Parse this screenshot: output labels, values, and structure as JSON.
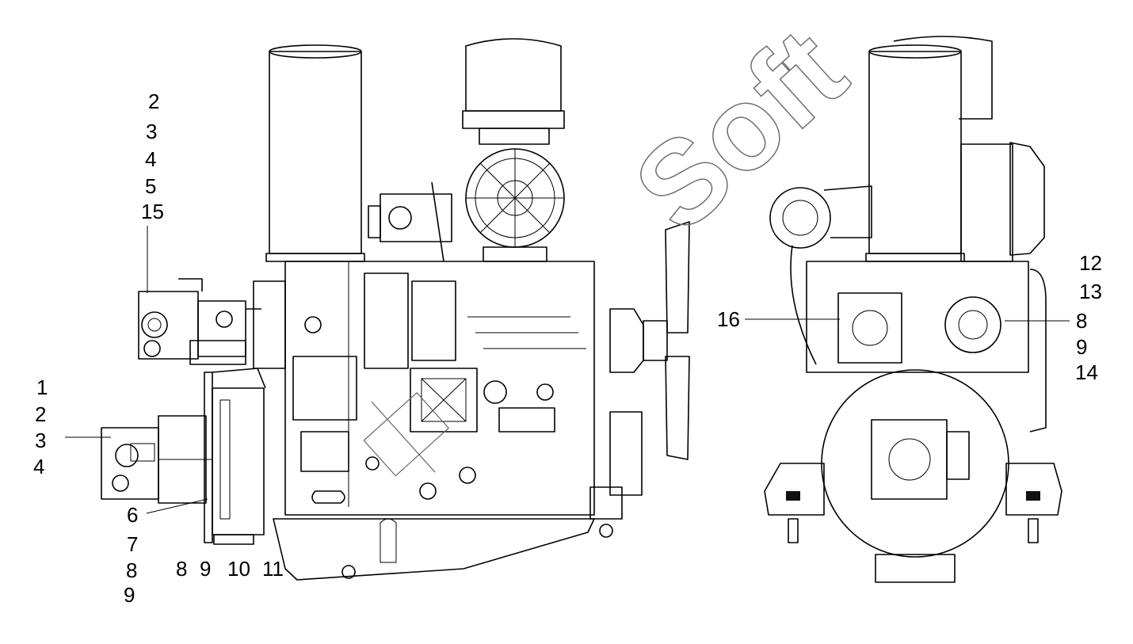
{
  "watermark": {
    "text": "Soft",
    "color": "#6f6f6f"
  },
  "left_view": {
    "group_top": [
      "2",
      "3",
      "4",
      "5",
      "15"
    ],
    "group_left": [
      "1",
      "2",
      "3",
      "4"
    ],
    "label_6": "6",
    "group_bottom_left": [
      "7",
      "8",
      "9"
    ],
    "bottom_row": [
      "8",
      "9",
      "10",
      "11"
    ]
  },
  "right_view": {
    "label_16": "16",
    "group_right": [
      "12",
      "13",
      "8",
      "9",
      "14"
    ]
  }
}
